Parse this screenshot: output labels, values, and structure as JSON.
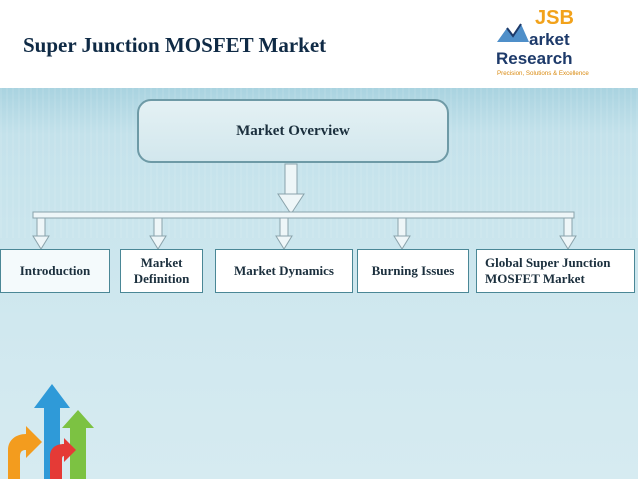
{
  "slide": {
    "title": "Super Junction MOSFET Market"
  },
  "logo": {
    "line1": "JSB",
    "line2": "arket",
    "line3": "Research",
    "tagline": "Precision, Solutions & Excellence",
    "colors": {
      "orange": "#f2a21b",
      "navy": "#1d3a6a"
    }
  },
  "diagram": {
    "root": "Market Overview",
    "children": [
      "Introduction",
      "Market Definition",
      "Market Dynamics",
      "Burning Issues",
      "Global Super Junction MOSFET Market"
    ]
  },
  "colors": {
    "background": "#cde6ee",
    "box_border": "#4a8796",
    "title": "#0f2a45"
  }
}
